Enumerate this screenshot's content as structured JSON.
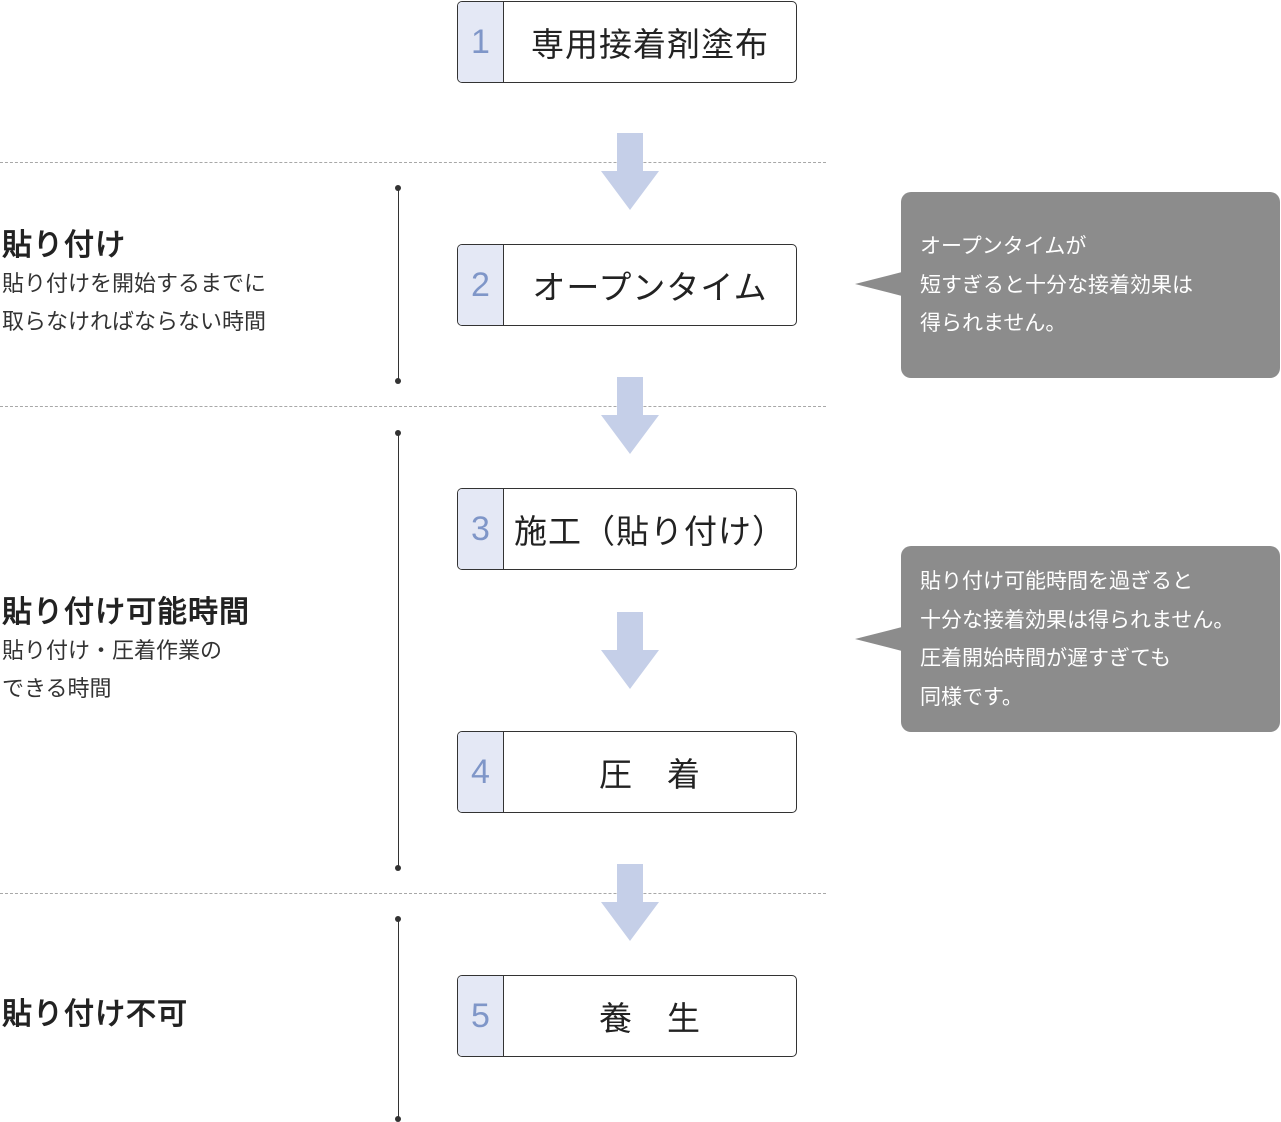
{
  "steps": [
    {
      "number": "1",
      "label": "専用接着剤塗布"
    },
    {
      "number": "2",
      "label": "オープンタイム"
    },
    {
      "number": "3",
      "label": "施工（貼り付け）"
    },
    {
      "number": "4",
      "label": "圧　着"
    },
    {
      "number": "5",
      "label": "養　生"
    }
  ],
  "phases": [
    {
      "title": "貼り付け",
      "desc": [
        "貼り付けを開始するまでに",
        "取らなければならない時間"
      ]
    },
    {
      "title": "貼り付け可能時間",
      "desc": [
        "貼り付け・圧着作業の",
        "できる時間"
      ]
    },
    {
      "title": "貼り付け不可"
    }
  ],
  "notes": [
    {
      "lines": [
        "オープンタイムが",
        "短すぎると十分な接着効果は",
        "得られません。"
      ]
    },
    {
      "lines": [
        "貼り付け可能時間を過ぎると",
        "十分な接着効果は得られません。",
        "圧着開始時間が遅すぎても",
        "同様です。"
      ]
    }
  ],
  "colors": {
    "arrow": "#c5cfe8",
    "number_bg": "#e4e8f5",
    "number_text": "#7f96c8",
    "bubble_bg": "#8c8c8c"
  }
}
